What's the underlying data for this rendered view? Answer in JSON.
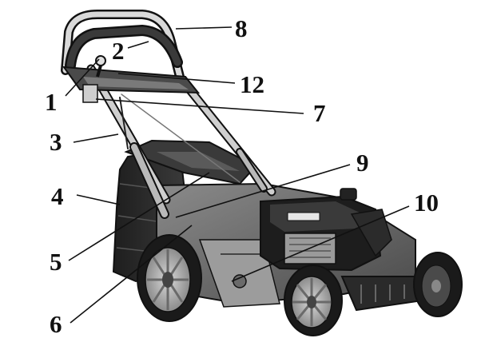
{
  "figure": {
    "subject": "lawn-mower-parts-diagram",
    "colors": {
      "line": "#111111",
      "body_dark": "#2a2a2a",
      "body_mid": "#6e6e6e",
      "body_light": "#a9a9a9",
      "metal": "#cfcfcf",
      "background": "#ffffff"
    },
    "callouts": [
      {
        "id": "c1",
        "label": "1"
      },
      {
        "id": "c2",
        "label": "2"
      },
      {
        "id": "c3",
        "label": "3"
      },
      {
        "id": "c4",
        "label": "4"
      },
      {
        "id": "c5",
        "label": "5"
      },
      {
        "id": "c6",
        "label": "6"
      },
      {
        "id": "c7",
        "label": "7"
      },
      {
        "id": "c8",
        "label": "8"
      },
      {
        "id": "c9",
        "label": "9"
      },
      {
        "id": "c10",
        "label": "10"
      },
      {
        "id": "c12",
        "label": "12"
      }
    ]
  }
}
